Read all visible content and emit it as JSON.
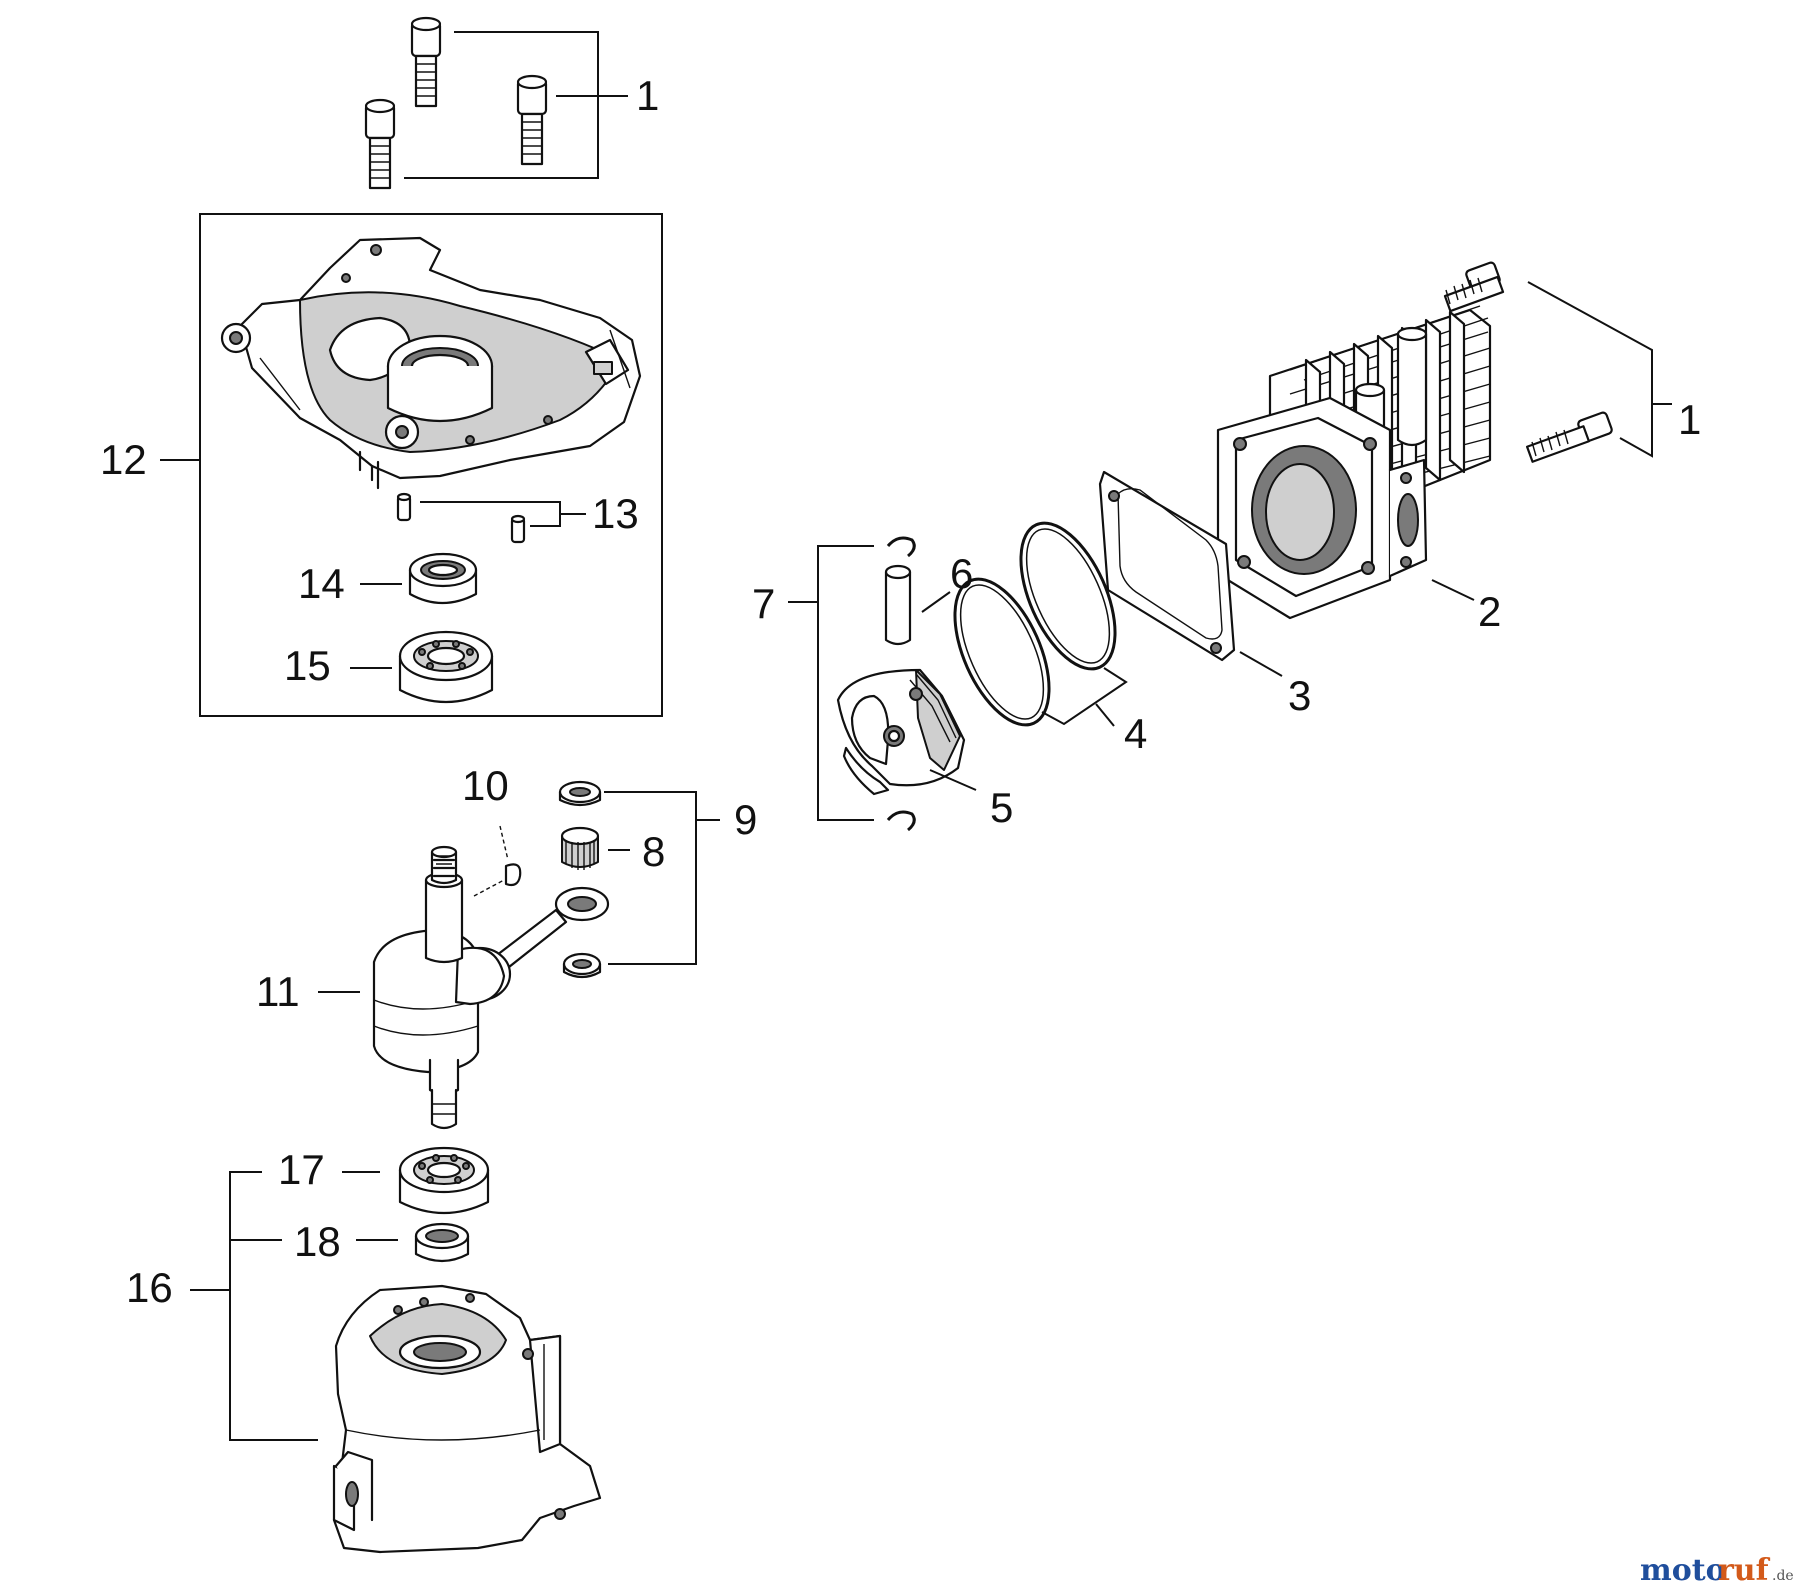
{
  "diagram": {
    "labels": {
      "bolt_top": "1",
      "cylinder_bolt": "1",
      "cylinder": "2",
      "gasket": "3",
      "rings": "4",
      "piston": "5",
      "pin": "6",
      "piston_kit": "7",
      "bearing_small": "8",
      "rod_kit": "9",
      "key": "10",
      "crankshaft": "11",
      "crankcase_half": "12",
      "dowel": "13",
      "seal_upper": "14",
      "bearing_upper": "15",
      "crankcase_lower": "16",
      "bearing_lower": "17",
      "seal_lower": "18"
    },
    "watermark": {
      "part_a": "moto",
      "part_b": "ruf",
      "suffix": ".de"
    }
  }
}
